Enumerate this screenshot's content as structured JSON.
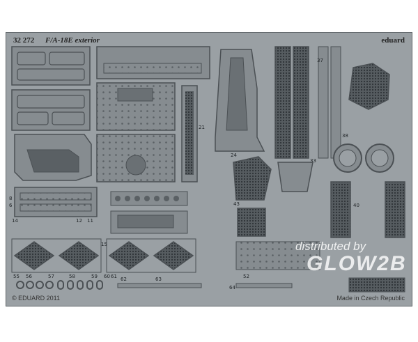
{
  "fret": {
    "code": "32 272",
    "title": "F/A-18E exterior",
    "brand": "eduard",
    "copyright": "© EDUARD 2011",
    "origin": "Made in Czech Republic"
  },
  "watermark": {
    "line1": "distributed by",
    "line2": "GLOW2B"
  },
  "part_numbers": [
    "55",
    "56",
    "57",
    "58",
    "59",
    "60",
    "61",
    "62",
    "63",
    "64",
    "15",
    "14",
    "12",
    "11",
    "8",
    "6",
    "21",
    "24",
    "33",
    "37",
    "38",
    "40",
    "43",
    "52"
  ],
  "colors": {
    "fret": "#9aa0a4",
    "part": "#868c90",
    "outline": "#4b5054",
    "mesh": "#3f4549",
    "background": "#ffffff"
  }
}
